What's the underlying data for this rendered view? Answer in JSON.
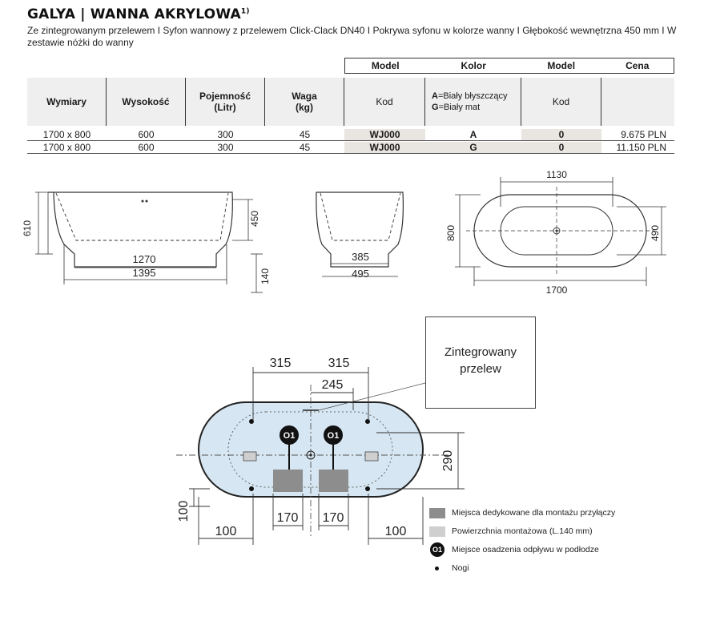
{
  "title": "GALYA | WANNA AKRYLOWA",
  "title_sup": "1)",
  "subtitle": "Ze zintegrowanym przelewem I Syfon wannowy z przelewem Click-Clack DN40 I Pokrywa syfonu w kolorze wanny I Głębokość wewnętrzna 450 mm I W zestawie nóżki do wanny",
  "table": {
    "group_headers": [
      "Model",
      "Kolor",
      "Model",
      "Cena"
    ],
    "headers": {
      "wymiary": "Wymiary",
      "wysokosc": "Wysokość",
      "pojemnosc": "Pojemność\n(Litr)",
      "waga": "Waga\n(kg)",
      "kod1": "Kod",
      "kolor_a_key": "A",
      "kolor_a_text": "=Biały błyszczący",
      "kolor_g_key": "G",
      "kolor_g_text": "=Biały mat",
      "kod2": "Kod"
    },
    "rows": [
      {
        "wymiary": "1700 x 800",
        "wysokosc": "600",
        "pojemnosc": "300",
        "waga": "45",
        "model": "WJ000",
        "kolor": "A",
        "model2": "0",
        "cena": "9.675 PLN"
      },
      {
        "wymiary": "1700 x 800",
        "wysokosc": "600",
        "pojemnosc": "300",
        "waga": "45",
        "model": "WJ000",
        "kolor": "G",
        "model2": "0",
        "cena": "11.150 PLN"
      }
    ]
  },
  "dimensions": {
    "side_height": "610",
    "side_inner_depth": "450",
    "side_base_inner": "1270",
    "side_base_outer": "1395",
    "side_leg": "140",
    "front_inner": "385",
    "front_outer": "495",
    "top_inner_length": "1130",
    "top_width": "800",
    "top_inner_width": "490",
    "top_length": "1700"
  },
  "install": {
    "left_315": "315",
    "right_315": "315",
    "offset_245": "245",
    "height_290": "290",
    "left_100": "100",
    "bottom_100": "100",
    "zone_170_left": "170",
    "zone_170_right": "170",
    "callout": "Zintegrowany przelew",
    "drain_label": "O1"
  },
  "legend": [
    {
      "label": "Miejsca dedykowane dla montażu przyłączy",
      "color": "#8d8d8d"
    },
    {
      "label": "Powierzchnia montażowa (L.140 mm)",
      "color": "#cfcfcf"
    },
    {
      "label": "Miejsce osadzenia odpływu w podłodze",
      "icon": "O1"
    },
    {
      "label": "Nogi",
      "icon": "dot"
    }
  ]
}
